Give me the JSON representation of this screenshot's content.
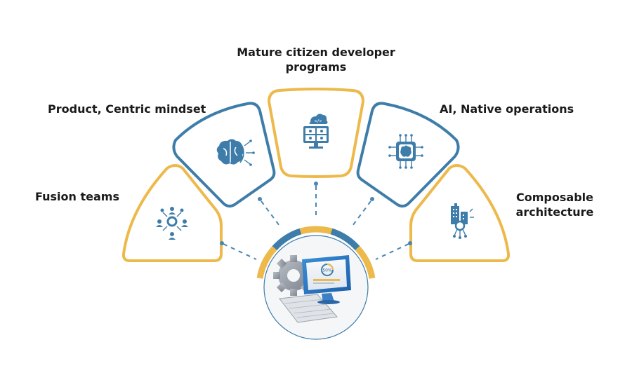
{
  "labels": {
    "fusion_teams": "Fusion teams",
    "product_centric": "Product, Centric mindset",
    "citizen_dev_line1": "Mature citizen developer",
    "citizen_dev_line2": "programs",
    "ai_native": "AI, Native operations",
    "composable_line1": "Composable",
    "composable_line2": "architecture"
  },
  "monitor": {
    "progress_text": "50%"
  },
  "colors": {
    "gold": "#EDB94A",
    "blue": "#3E7DAA",
    "dark_blue": "#2F6A94",
    "dot": "#4A86B4"
  },
  "icons": {
    "fusion_teams": "team-collaboration-icon",
    "product_centric": "brain-network-icon",
    "citizen_dev": "developer-monitor-icon",
    "ai_native": "ai-chip-brain-icon",
    "composable": "building-network-icon",
    "center": "computer-settings-icon"
  }
}
